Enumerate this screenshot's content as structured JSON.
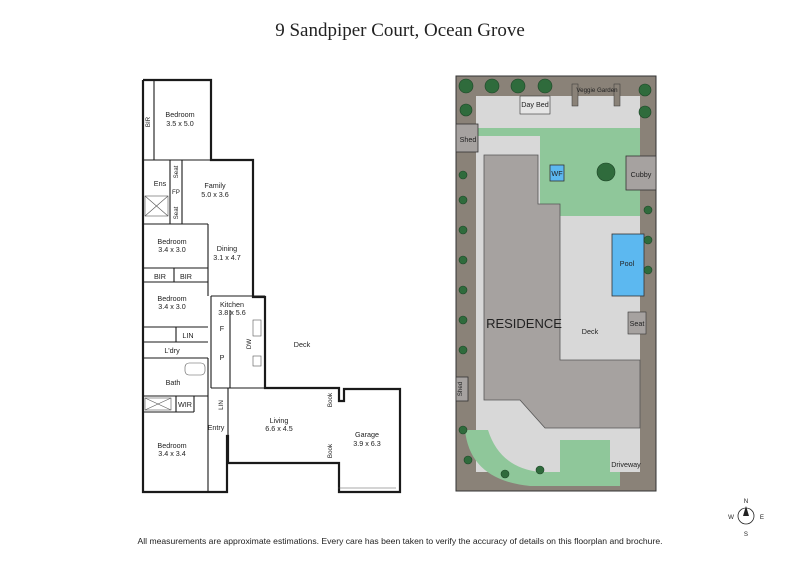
{
  "title": "9 Sandpiper Court, Ocean Grove",
  "footer": "All measurements are approximate estimations. Every care has been taken to verify the accuracy of details on this floorplan and brochure.",
  "floorplan": {
    "rooms": {
      "bedroom1": {
        "name": "Bedroom",
        "dims": "3.5 x 5.0"
      },
      "family": {
        "name": "Family",
        "dims": "5.0 x 3.6"
      },
      "bedroom2": {
        "name": "Bedroom",
        "dims": "3.4 x 3.0"
      },
      "dining": {
        "name": "Dining",
        "dims": "3.1 x 4.7"
      },
      "bedroom3": {
        "name": "Bedroom",
        "dims": "3.4 x 3.0"
      },
      "kitchen": {
        "name": "Kitchen",
        "dims": "3.8 x 5.6"
      },
      "living": {
        "name": "Living",
        "dims": "6.6 x 4.5"
      },
      "garage": {
        "name": "Garage",
        "dims": "3.9 x 6.3"
      },
      "bedroom4": {
        "name": "Bedroom",
        "dims": "3.4 x 3.4"
      }
    },
    "labels": {
      "bir_top": "BIR",
      "ens": "Ens",
      "seat1": "Seat",
      "fp": "FP",
      "seat2": "Seat",
      "bir_a": "BIR",
      "bir_b": "BIR",
      "lin1": "LIN",
      "ldry": "L'dry",
      "bath": "Bath",
      "wir": "WIR",
      "lin2": "LIN",
      "entry": "Entry",
      "f": "F",
      "p": "P",
      "dw": "DW",
      "deck": "Deck",
      "book1": "Book",
      "book2": "Book"
    }
  },
  "siteplan": {
    "labels": {
      "day_bed": "Day Bed",
      "veggie": "Veggie Garden",
      "shed1": "Shed",
      "wf": "WF",
      "cubby": "Cubby",
      "pool": "Pool",
      "residence": "RESIDENCE",
      "deck": "Deck",
      "seat": "Seat",
      "shed2": "Shed",
      "driveway": "Driveway"
    },
    "colors": {
      "lawn": "#8fc79a",
      "pool": "#5cb8f0",
      "residence": "#a6a2a0",
      "paving": "#d8d8d8",
      "garden": "#8a8278",
      "tree": "#2f6b3c"
    }
  },
  "compass": {
    "n": "N",
    "e": "E",
    "s": "S",
    "w": "W"
  }
}
